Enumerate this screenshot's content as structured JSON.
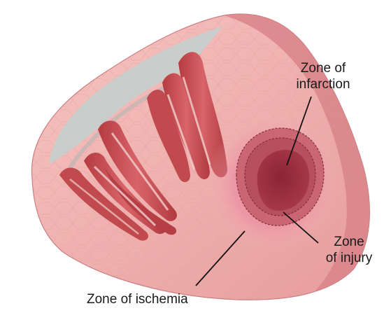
{
  "labels": {
    "infarction_line1": "Zone of",
    "infarction_line2": "infarction",
    "injury_line1": "Zone",
    "injury_line2": "of injury",
    "ischemia": "Zone of ischemia"
  },
  "colors": {
    "myocardium": "#f3b7b3",
    "myocardium_light": "#f9d4cf",
    "papillary_muscle": "#c94a48",
    "papillary_dark": "#a8333a",
    "chordae_gray": "#b9c3c2",
    "ischemia": "#e98aa2",
    "injury": "#c96470",
    "infarction": "#9a2f3e",
    "outer_wall": "#d9848a",
    "leader_line": "#111111"
  }
}
